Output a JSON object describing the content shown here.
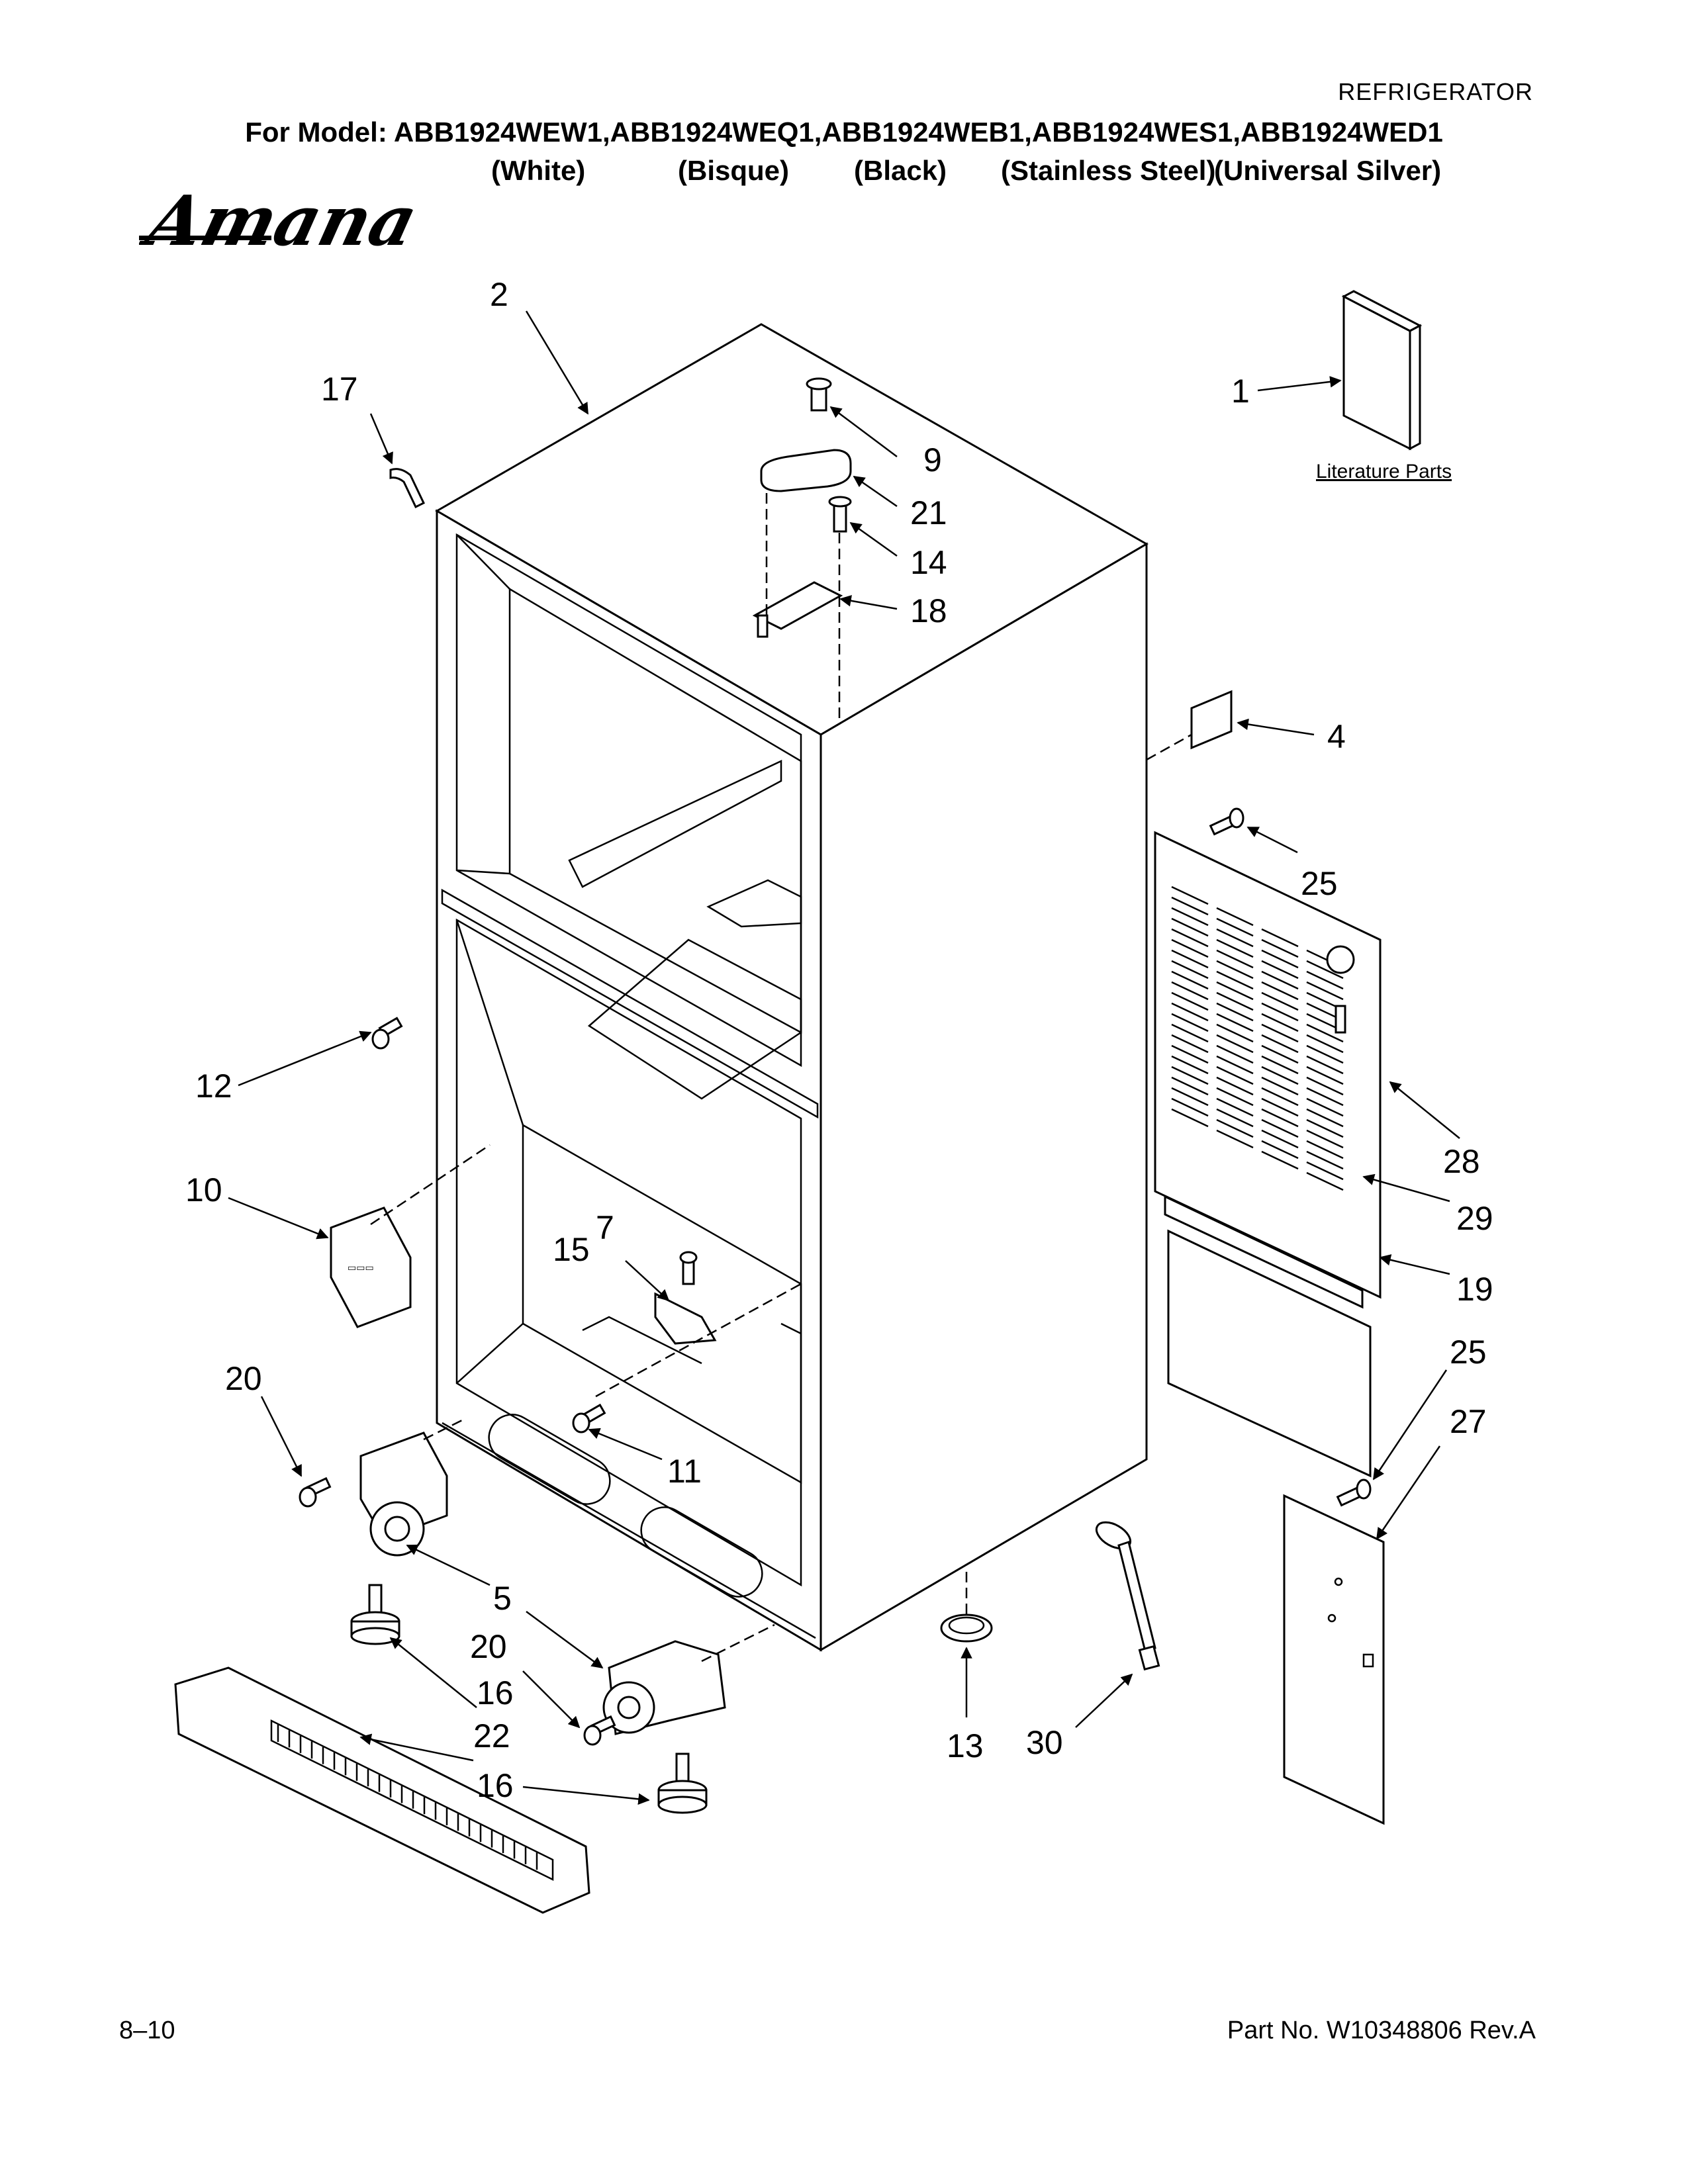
{
  "header": {
    "category": "REFRIGERATOR",
    "model_line": "For Model: ABB1924WEW1,ABB1924WEQ1,ABB1924WEB1,ABB1924WES1,ABB1924WED1",
    "colors": [
      "(White)",
      "(Bisque)",
      "(Black)",
      "(Stainless Steel)",
      "(Universal Silver)"
    ],
    "brand": "Amana"
  },
  "literature_label": "Literature Parts",
  "callouts": [
    {
      "id": "2",
      "label": "2"
    },
    {
      "id": "17",
      "label": "17"
    },
    {
      "id": "1",
      "label": "1"
    },
    {
      "id": "9",
      "label": "9"
    },
    {
      "id": "21",
      "label": "21"
    },
    {
      "id": "14",
      "label": "14"
    },
    {
      "id": "18",
      "label": "18"
    },
    {
      "id": "4",
      "label": "4"
    },
    {
      "id": "25a",
      "label": "25"
    },
    {
      "id": "12",
      "label": "12"
    },
    {
      "id": "28",
      "label": "28"
    },
    {
      "id": "29",
      "label": "29"
    },
    {
      "id": "10",
      "label": "10"
    },
    {
      "id": "7",
      "label": "7"
    },
    {
      "id": "15",
      "label": "15"
    },
    {
      "id": "19",
      "label": "19"
    },
    {
      "id": "25b",
      "label": "25"
    },
    {
      "id": "20a",
      "label": "20"
    },
    {
      "id": "27",
      "label": "27"
    },
    {
      "id": "11",
      "label": "11"
    },
    {
      "id": "5",
      "label": "5"
    },
    {
      "id": "20b",
      "label": "20"
    },
    {
      "id": "16a",
      "label": "16"
    },
    {
      "id": "22",
      "label": "22"
    },
    {
      "id": "16b",
      "label": "16"
    },
    {
      "id": "13",
      "label": "13"
    },
    {
      "id": "30",
      "label": "30"
    }
  ],
  "footer": {
    "page": "8–10",
    "part_number": "Part No. W10348806 Rev.A"
  }
}
